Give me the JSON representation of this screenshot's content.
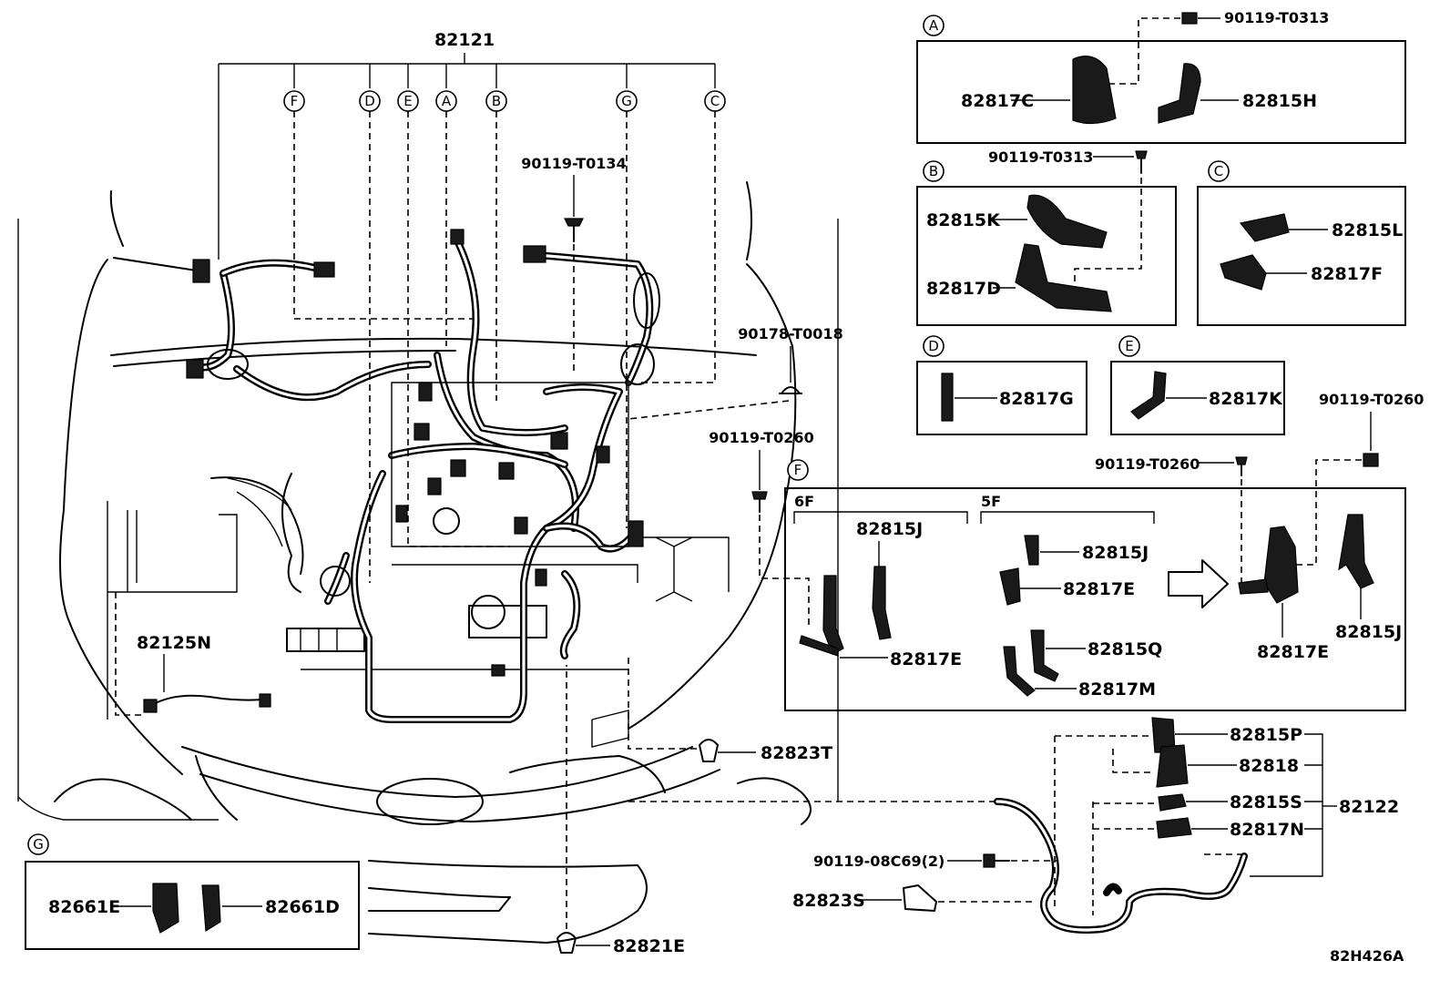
{
  "diagram": {
    "main_harness": "82121",
    "engine_callouts": [
      "F",
      "D",
      "E",
      "A",
      "B",
      "G",
      "C"
    ],
    "sub_harness": "82125N",
    "fastener_top": "90119-T0134",
    "clip_right": "90178-T0018",
    "bolt_mid": "90119-T0260",
    "clip_front": "82823T",
    "clip_bottom": "82821E",
    "figure_id": "82H426A"
  },
  "detail_a": {
    "letter": "A",
    "bolt": "90119-T0313",
    "parts": [
      "82817C",
      "82815H"
    ]
  },
  "detail_b": {
    "letter": "B",
    "bolt": "90119-T0313",
    "parts": [
      "82815K",
      "82817D"
    ]
  },
  "detail_c": {
    "letter": "C",
    "parts": [
      "82815L",
      "82817F"
    ]
  },
  "detail_d": {
    "letter": "D",
    "parts": [
      "82817G"
    ]
  },
  "detail_e": {
    "letter": "E",
    "parts": [
      "82817K"
    ]
  },
  "detail_f": {
    "letter": "F",
    "bolt_left": "90119-T0260",
    "bolt_right": "90119-T0260",
    "group_6f": "6F",
    "group_5f": "5F",
    "parts_6f": [
      "82815J",
      "82817E"
    ],
    "parts_5f": [
      "82815J",
      "82817E",
      "82815Q",
      "82817M"
    ],
    "parts_new": [
      "82817E",
      "82815J"
    ]
  },
  "detail_g": {
    "letter": "G",
    "parts": [
      "82661E",
      "82661D"
    ]
  },
  "front_harness": {
    "number": "82122",
    "parts": [
      "82815P",
      "82818",
      "82815S",
      "82817N"
    ],
    "bolt": "90119-08C69(2)",
    "bracket": "82823S"
  }
}
